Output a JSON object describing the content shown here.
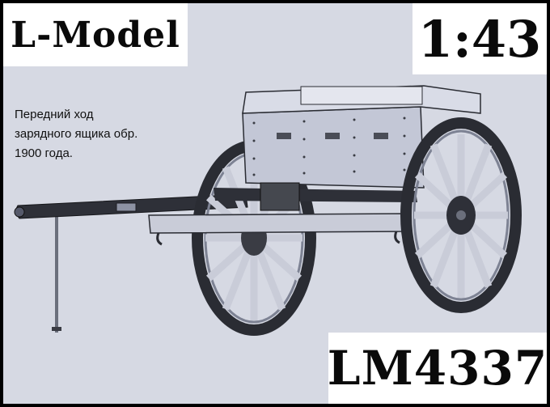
{
  "brand": {
    "text": "L-Model"
  },
  "scale": {
    "text": "1:43"
  },
  "article": {
    "text": "LM4337"
  },
  "caption": {
    "lines": [
      "Передний ход",
      "зарядного ящика обр.",
      "1900 года."
    ]
  },
  "colors": {
    "background": "#d6d9e3",
    "frame": "#000000",
    "label_box": "#ffffff",
    "model_body": "#bfc3d3",
    "model_dark": "#2a2c33"
  }
}
